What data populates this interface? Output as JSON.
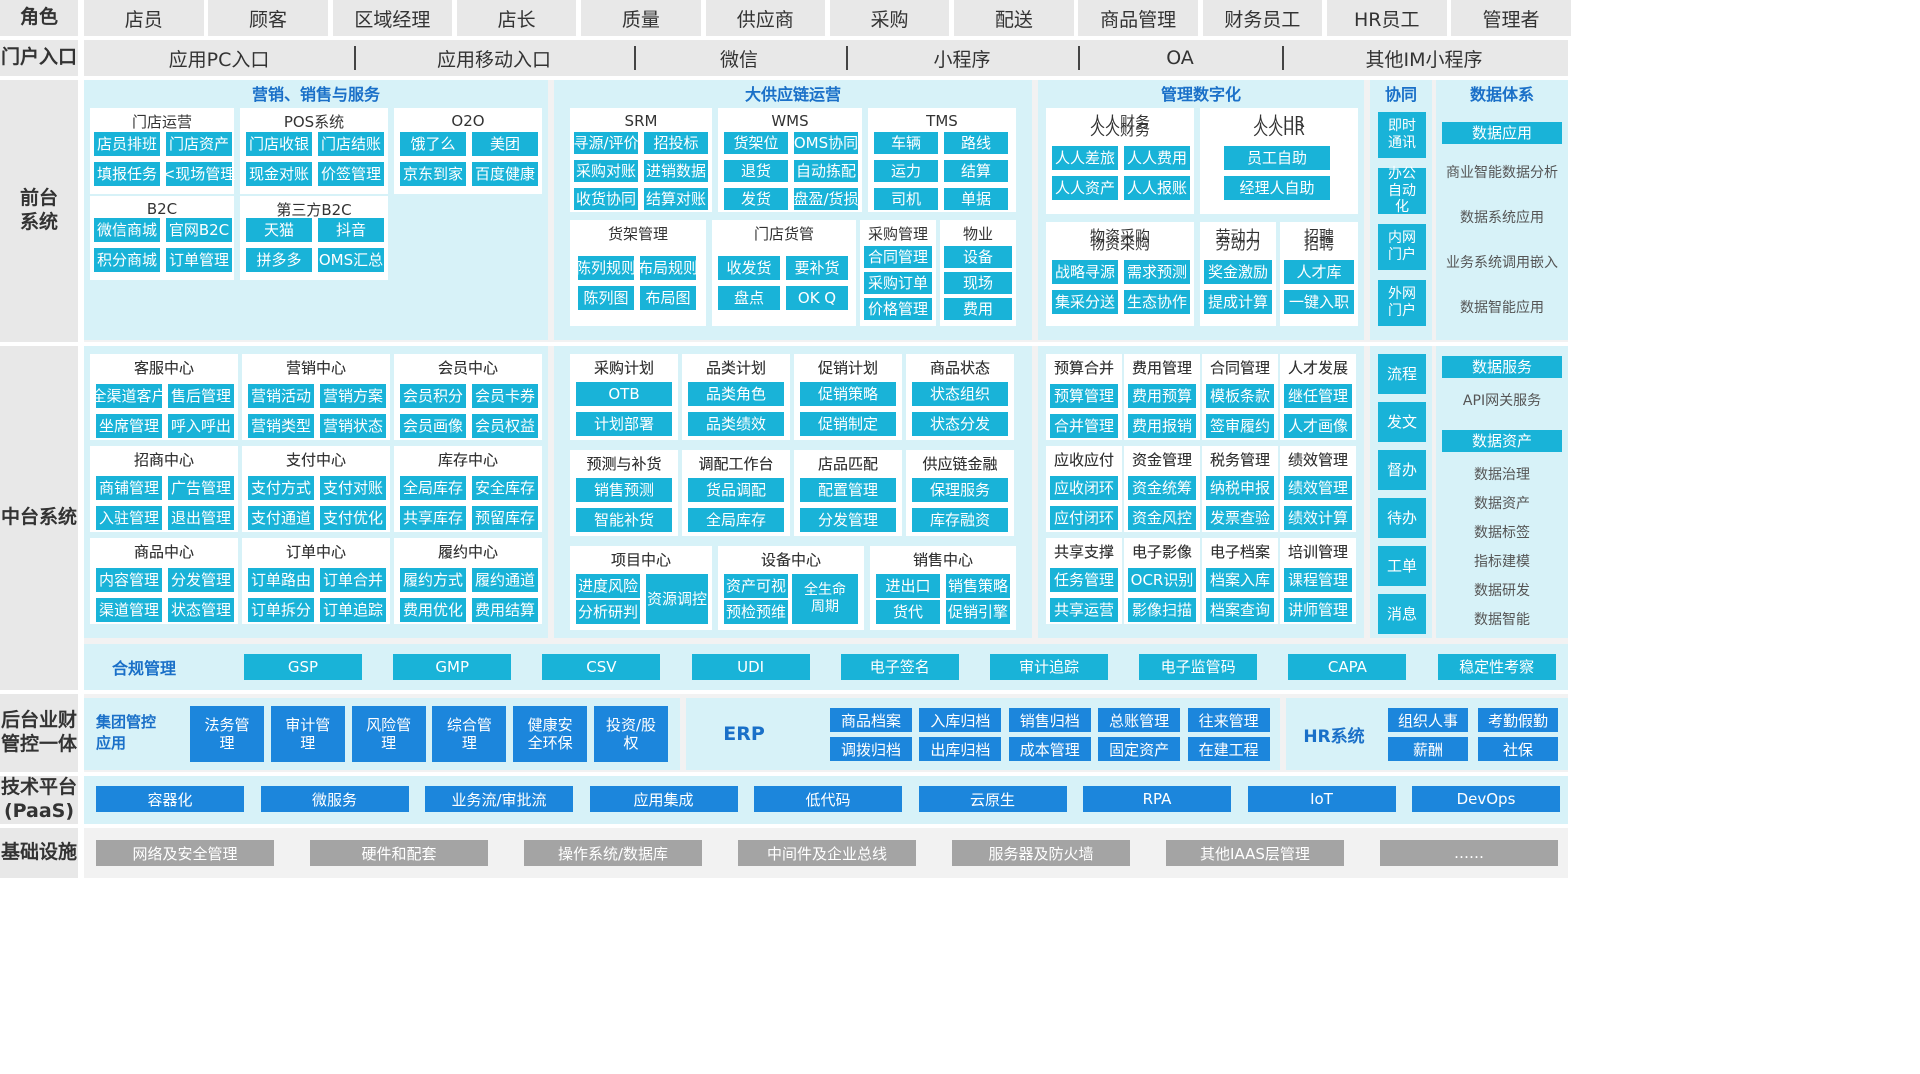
{
  "labels": {
    "roles": "角色",
    "portal": "门户入口",
    "front": [
      "前台",
      "系统"
    ],
    "middle": "中台系统",
    "back": [
      "后台业财",
      "管控一体"
    ],
    "tech": [
      "技术平台",
      "(PaaS)"
    ],
    "infra": "基础设施"
  },
  "roles": [
    "店员",
    "顾客",
    "区域经理",
    "店长",
    "质量",
    "供应商",
    "采购",
    "配送",
    "商品管理",
    "财务员工",
    "HR员工",
    "管理者"
  ],
  "portals": [
    "应用PC入口",
    "应用移动入口",
    "微信",
    "小程序",
    "OA",
    "其他IM小程序"
  ],
  "front": {
    "marketing": {
      "title": "营销、销售与服务",
      "mendian": {
        "title": "门店运营",
        "items": [
          "店员排班",
          "门店资产",
          "填报任务",
          "<现场管理"
        ]
      },
      "pos": {
        "title": "POS系统",
        "items": [
          "门店收银",
          "门店结账",
          "现金对账",
          "价签管理"
        ]
      },
      "o2o": {
        "title": "O2O",
        "items": [
          "饿了么",
          "美团",
          "京东到家",
          "百度健康"
        ]
      },
      "b2c": {
        "title": "B2C",
        "items": [
          "微信商城",
          "官网B2C",
          "积分商城",
          "订单管理"
        ]
      },
      "b2c3": {
        "title": "第三方B2C",
        "items": [
          "天猫",
          "抖音",
          "拼多多",
          "OMS汇总"
        ]
      }
    },
    "supply": {
      "title": "大供应链运营",
      "srm": {
        "title": "SRM",
        "items": [
          "寻源/评价",
          "招投标",
          "采购对账",
          "进销数据",
          "收货协同",
          "结算对账"
        ]
      },
      "wms": {
        "title": "WMS",
        "items": [
          "货架位",
          "OMS协同",
          "退货",
          "自动拣配",
          "发货",
          "盘盈/货损"
        ]
      },
      "tms": {
        "title": "TMS",
        "items": [
          "车辆",
          "路线",
          "运力",
          "结算",
          "司机",
          "单据"
        ]
      },
      "shelf": {
        "title": "货架管理",
        "items": [
          "陈列规则",
          "布局规则",
          "陈列图",
          "布局图"
        ]
      },
      "store": {
        "title": "门店货管",
        "items": [
          "收发货",
          "要补货",
          "盘点",
          "OK Q"
        ]
      },
      "purchase": {
        "title": "采购管理",
        "items": [
          "合同管理",
          "采购订单",
          "价格管理"
        ]
      },
      "property": {
        "title": "物业",
        "items": [
          "设备",
          "现场",
          "费用"
        ]
      }
    },
    "digital": {
      "title": "管理数字化",
      "fin": {
        "title": "人人财务",
        "items": [
          "人人差旅",
          "人人费用",
          "人人资产",
          "人人报账"
        ]
      },
      "hr": {
        "title": "人人HR",
        "items": [
          "员工自助",
          "经理人自助"
        ]
      },
      "material": {
        "title": "物资采购",
        "items": [
          "战略寻源",
          "需求预测",
          "集采分送",
          "生态协作"
        ]
      },
      "labor": {
        "title": "劳动力",
        "items": [
          "奖金激励",
          "提成计算"
        ]
      },
      "recruit": {
        "title": "招聘",
        "items": [
          "人才库",
          "一键入职"
        ]
      }
    },
    "collab": {
      "title": "协同",
      "items": [
        "即时通讯",
        "办公自动化",
        "内网门户",
        "外网门户"
      ]
    },
    "data": {
      "title": "数据体系",
      "head": "数据应用",
      "items": [
        "商业智能数据分析",
        "数据系统应用",
        "业务系统调用嵌入",
        "数据智能应用"
      ]
    }
  },
  "middle": {
    "left": [
      {
        "title": "客服中心",
        "items": [
          "全渠道客户",
          "售后管理",
          "坐席管理",
          "呼入呼出"
        ]
      },
      {
        "title": "营销中心",
        "items": [
          "营销活动",
          "营销方案",
          "营销类型",
          "营销状态"
        ]
      },
      {
        "title": "会员中心",
        "items": [
          "会员积分",
          "会员卡券",
          "会员画像",
          "会员权益"
        ]
      },
      {
        "title": "招商中心",
        "items": [
          "商铺管理",
          "广告管理",
          "入驻管理",
          "退出管理"
        ]
      },
      {
        "title": "支付中心",
        "items": [
          "支付方式",
          "支付对账",
          "支付通道",
          "支付优化"
        ]
      },
      {
        "title": "库存中心",
        "items": [
          "全局库存",
          "安全库存",
          "共享库存",
          "预留库存"
        ]
      },
      {
        "title": "商品中心",
        "items": [
          "内容管理",
          "分发管理",
          "渠道管理",
          "状态管理"
        ]
      },
      {
        "title": "订单中心",
        "items": [
          "订单路由",
          "订单合并",
          "订单拆分",
          "订单追踪"
        ]
      },
      {
        "title": "履约中心",
        "items": [
          "履约方式",
          "履约通道",
          "费用优化",
          "费用结算"
        ]
      }
    ],
    "mid": [
      {
        "title": "采购计划",
        "items": [
          "OTB",
          "计划部署"
        ]
      },
      {
        "title": "品类计划",
        "items": [
          "品类角色",
          "品类绩效"
        ]
      },
      {
        "title": "促销计划",
        "items": [
          "促销策略",
          "促销制定"
        ]
      },
      {
        "title": "商品状态",
        "items": [
          "状态组织",
          "状态分发"
        ]
      },
      {
        "title": "预测与补货",
        "items": [
          "销售预测",
          "智能补货"
        ]
      },
      {
        "title": "调配工作台",
        "items": [
          "货品调配",
          "全局库存"
        ]
      },
      {
        "title": "店品匹配",
        "items": [
          "配置管理",
          "分发管理"
        ]
      },
      {
        "title": "供应链金融",
        "items": [
          "保理服务",
          "库存融资"
        ]
      }
    ],
    "project": {
      "title": "项目中心",
      "items": [
        "进度风险",
        "分析研判",
        "资源调控"
      ]
    },
    "device": {
      "title": "设备中心",
      "items": [
        "资产可视",
        "预检预维",
        "全生命周期"
      ]
    },
    "sales": {
      "title": "销售中心",
      "items": [
        "进出口",
        "销售策略",
        "货代",
        "促销引擎"
      ]
    },
    "right": [
      {
        "title": "预算合并",
        "items": [
          "预算管理",
          "合并管理"
        ]
      },
      {
        "title": "费用管理",
        "items": [
          "费用预算",
          "费用报销"
        ]
      },
      {
        "title": "合同管理",
        "items": [
          "模板条款",
          "签审履约"
        ]
      },
      {
        "title": "人才发展",
        "items": [
          "继任管理",
          "人才画像"
        ]
      },
      {
        "title": "应收应付",
        "items": [
          "应收闭环",
          "应付闭环"
        ]
      },
      {
        "title": "资金管理",
        "items": [
          "资金统筹",
          "资金风控"
        ]
      },
      {
        "title": "税务管理",
        "items": [
          "纳税申报",
          "发票查验"
        ]
      },
      {
        "title": "绩效管理",
        "items": [
          "绩效管理",
          "绩效计算"
        ]
      },
      {
        "title": "共享支撑",
        "items": [
          "任务管理",
          "共享运营"
        ]
      },
      {
        "title": "电子影像",
        "items": [
          "OCR识别",
          "影像扫描"
        ]
      },
      {
        "title": "电子档案",
        "items": [
          "档案入库",
          "档案查询"
        ]
      },
      {
        "title": "培训管理",
        "items": [
          "课程管理",
          "讲师管理"
        ]
      }
    ],
    "flow": [
      "流程",
      "发文",
      "督办",
      "待办",
      "工单",
      "消息"
    ],
    "dataservice": {
      "title": "数据服务",
      "api": "API网关服务",
      "asset": "数据资产",
      "items": [
        "数据治理",
        "数据资产",
        "数据标签",
        "指标建模",
        "数据研发",
        "数据智能"
      ]
    },
    "compliance": {
      "title": "合规管理",
      "items": [
        "GSP",
        "GMP",
        "CSV",
        "UDI",
        "电子签名",
        "审计追踪",
        "电子监管码",
        "CAPA",
        "稳定性考察"
      ]
    }
  },
  "back": {
    "group": {
      "title": [
        "集团管控",
        "应用"
      ],
      "items": [
        "法务管理",
        "审计管理",
        "风险管理",
        "综合管理",
        "健康安全环保",
        "投资/股权"
      ]
    },
    "erp": {
      "title": "ERP",
      "items": [
        "商品档案",
        "入库归档",
        "销售归档",
        "总账管理",
        "往来管理",
        "调拨归档",
        "出库归档",
        "成本管理",
        "固定资产",
        "在建工程"
      ]
    },
    "hr": {
      "title": "HR系统",
      "items": [
        "组织人事",
        "考勤假勤",
        "薪酬",
        "社保"
      ]
    }
  },
  "tech": [
    "容器化",
    "微服务",
    "业务流/审批流",
    "应用集成",
    "低代码",
    "云原生",
    "RPA",
    "IoT",
    "DevOps"
  ],
  "infra": [
    "网络及安全管理",
    "硬件和配套",
    "操作系统/数据库",
    "中间件及企业总线",
    "服务器及防火墙",
    "其他IAAS层管理",
    "……"
  ]
}
